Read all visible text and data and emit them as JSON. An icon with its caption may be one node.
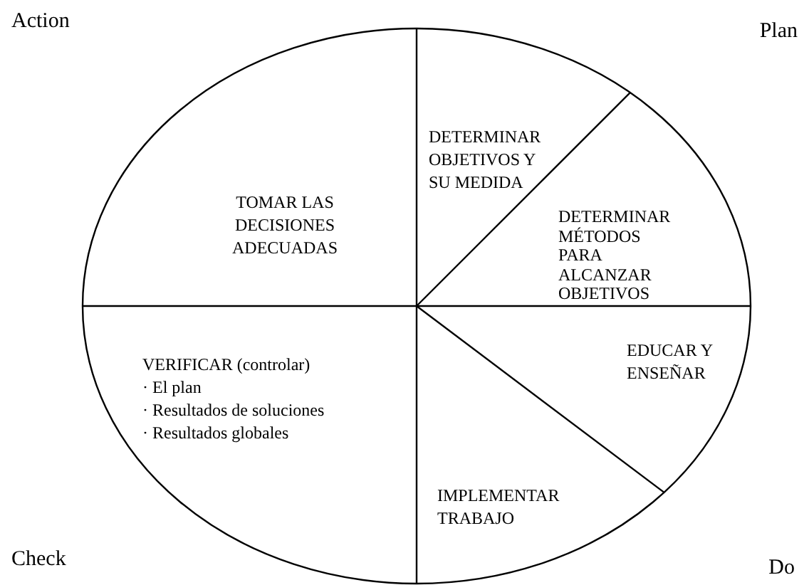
{
  "diagram": {
    "nodes": [
      {
        "text": [
          "TOMAR LAS DECISIONES ADECUADAS"
        ]
      },
      {
        "text": [
          "DETERMINAR OBJETIVOS Y SU MEDIDA"
        ]
      },
      {
        "text": [
          "DETERMINAR MÉTODOS PARA ALCANZAR OBJETIVOS"
        ]
      },
      {
        "text": [
          "EDUCAR Y ENSEÑAR"
        ]
      },
      {
        "text": [
          "IMPLEMENTAR TRABAJO"
        ]
      },
      {
        "text": [
          "VERIFICAR (controlar)",
          "· El plan",
          "· Resultados de soluciones",
          "· Resultados globales"
        ]
      }
    ],
    "edges": [],
    "labels": [
      "Action",
      "Plan",
      "Check",
      "Do"
    ]
  }
}
